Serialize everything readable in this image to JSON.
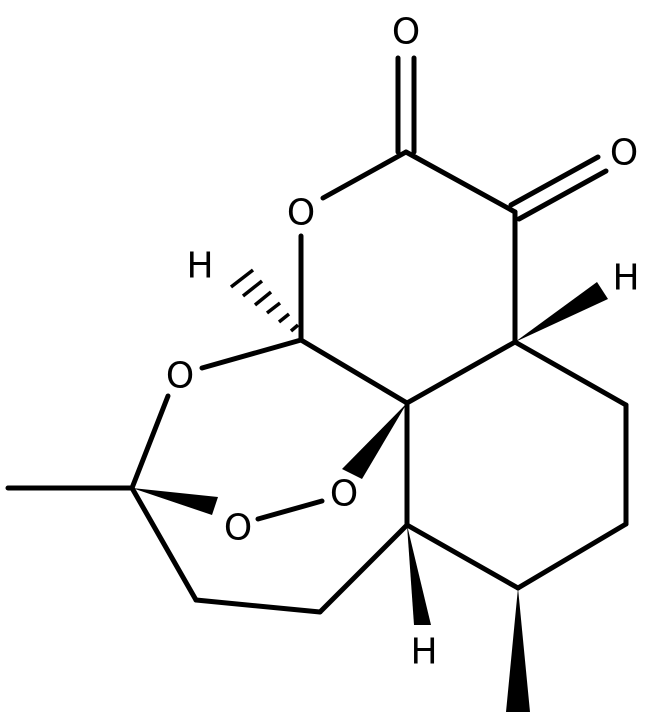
{
  "molecule": {
    "atoms": {
      "o_carbonyl_top": "O",
      "o_carbonyl_right": "O",
      "o_ring_lactone": "O",
      "o_ring_left": "O",
      "o_peroxide_1": "O",
      "o_peroxide_2": "O",
      "h_top_left": "H",
      "h_top_right": "H",
      "h_bottom": "H"
    }
  }
}
